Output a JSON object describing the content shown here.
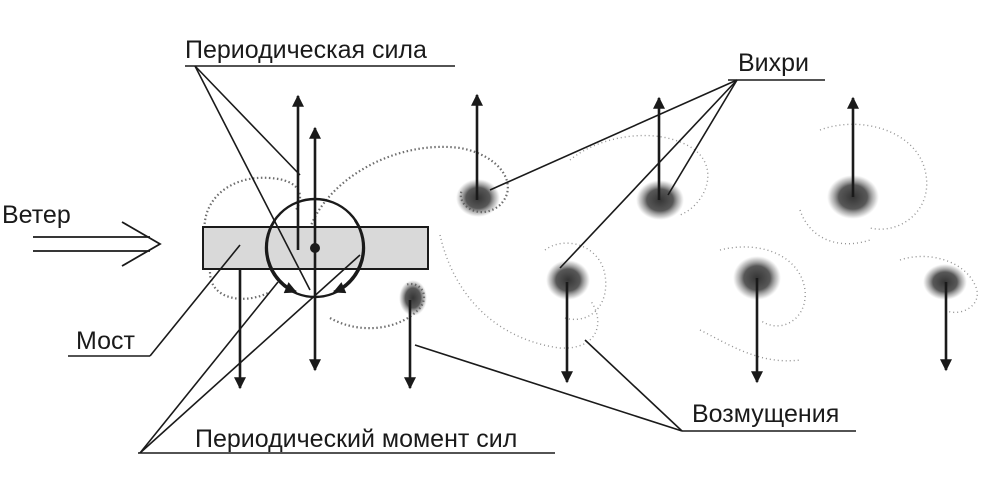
{
  "labels": {
    "wind": "Ветер",
    "periodic_force": "Периодическая сила",
    "vortices": "Вихри",
    "bridge": "Мост",
    "disturbances": "Возмущения",
    "periodic_moment": "Периодический момент сил"
  },
  "colors": {
    "ink": "#1a1a1a",
    "bridge_fill": "#d9d9d9",
    "vortex_core": "#3a3a3a"
  }
}
